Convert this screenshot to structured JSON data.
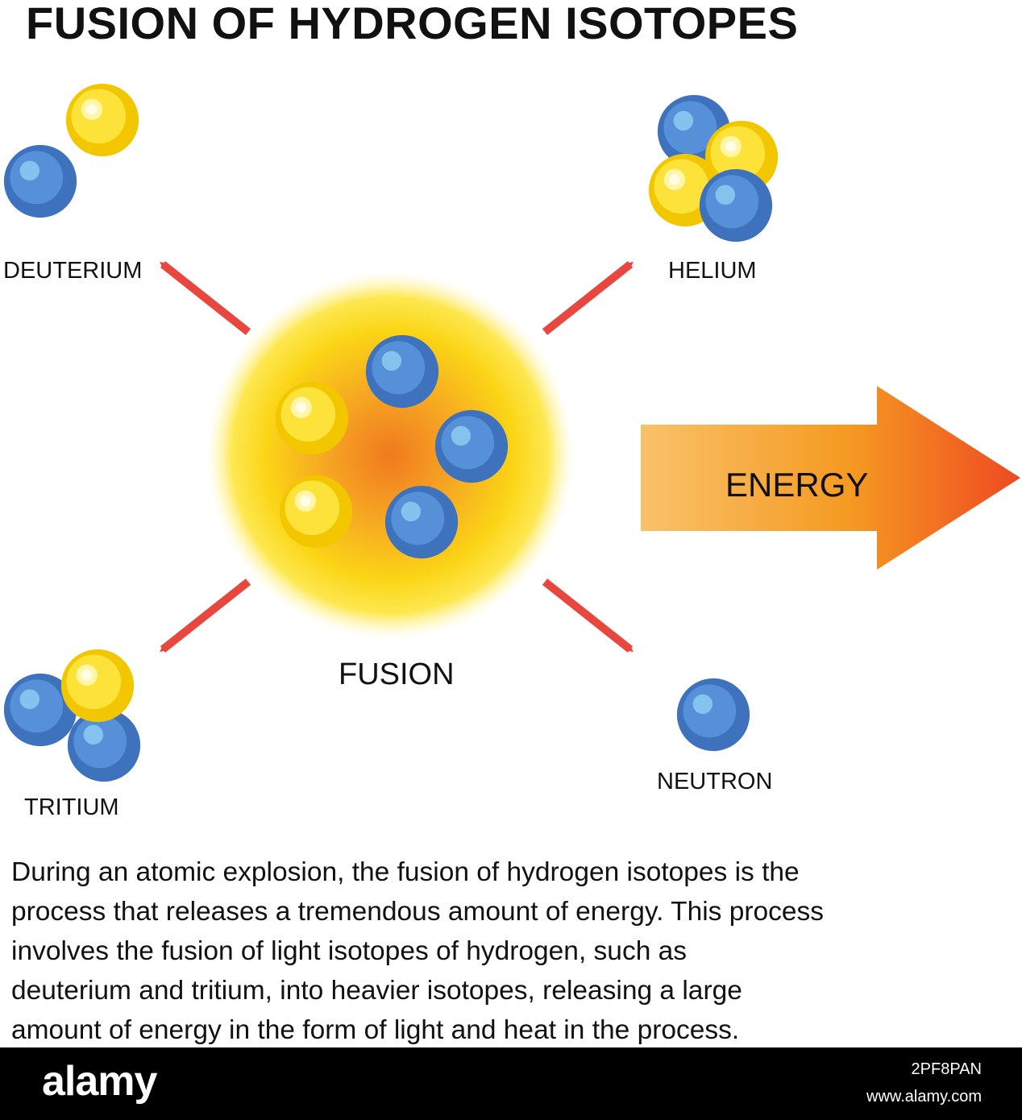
{
  "title": "FUSION OF HYDROGEN ISOTOPES",
  "labels": {
    "deuterium": "DEUTERIUM",
    "helium": "HELIUM",
    "tritium": "TRITIUM",
    "neutron": "NEUTRON",
    "fusion": "FUSION",
    "energy": "ENERGY"
  },
  "description": [
    "During an atomic explosion, the fusion of hydrogen isotopes is the",
    "process that releases a tremendous amount of energy. This process",
    "involves the fusion of light isotopes of hydrogen, such as",
    "deuterium and tritium, into heavier isotopes, releasing a large",
    "amount of energy in the form of light and heat in the process."
  ],
  "footer": {
    "brand": "alamy",
    "image_id": "2PF8PAN",
    "site": "www.alamy.com"
  },
  "colors": {
    "neutron_blue": "#4a7cc4",
    "proton_yellow": "#f5d000",
    "arrow_red": "#e8473f",
    "energy_orange": "#f39a1e"
  }
}
